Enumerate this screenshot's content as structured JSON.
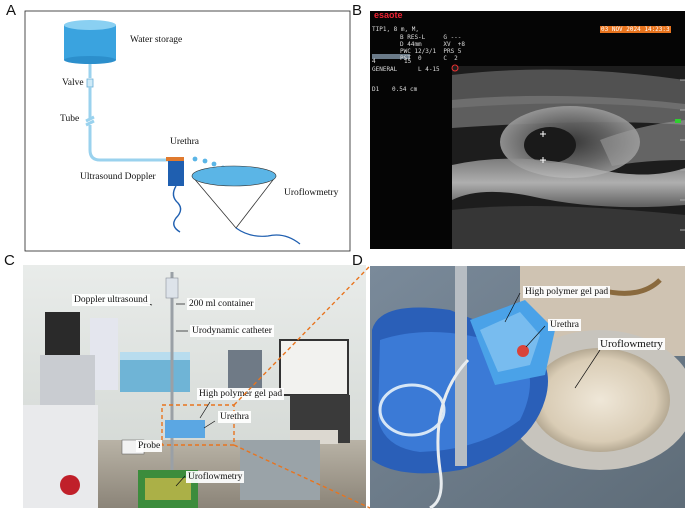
{
  "panels": {
    "a": {
      "letter": "A",
      "labels": {
        "water_storage": "Water storage",
        "valve": "Valve",
        "tube": "Tube",
        "urethra": "Urethra",
        "ultrasound_doppler": "Ultrasound Doppler",
        "uroflowmetry": "Uroflowmetry"
      }
    },
    "b": {
      "letter": "B",
      "brand": "esaote",
      "date": "03 NOV 2024 14:23:3",
      "info_line1": "TIP1, 8 m, M,",
      "info_block": "B RES-L     G ---\nD 44mm      XV  +8\nPWC 12/3/1  PRS 5\nPST  0      C  2",
      "scale_low": "4",
      "scale_high": "15",
      "preset": "GENERAL",
      "probe": "L 4-15",
      "measure_label": "D1",
      "measure_value": "0.54 cm"
    },
    "c": {
      "letter": "C",
      "labels": {
        "doppler_ultrasound": "Doppler ultrasound",
        "container": "200 ml container",
        "catheter": "Urodynamic catheter",
        "gel_pad": "High polymer gel pad",
        "urethra": "Urethra",
        "probe": "Probe",
        "uroflowmetry": "Uroflowmetry"
      }
    },
    "d": {
      "letter": "D",
      "labels": {
        "gel_pad": "High polymer gel pad",
        "urethra": "Urethra",
        "uroflowmetry": "Uroflowmetry"
      }
    }
  },
  "colors": {
    "water_blue": "#5bb5e6",
    "doppler_blue": "#1f5fb0",
    "urethra_orange": "#e07a2e",
    "dashed_orange": "#e8741e"
  }
}
